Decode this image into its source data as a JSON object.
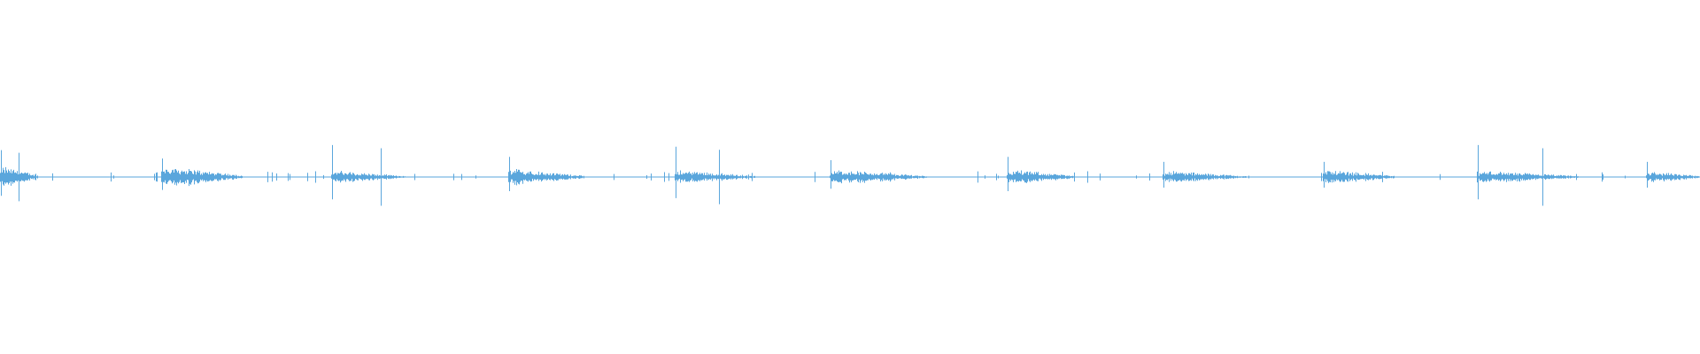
{
  "waveform": {
    "color": "#5aa6dc",
    "background": "#ffffff",
    "amplitude_scale": 1.0,
    "bursts": [
      {
        "start": 0.0,
        "end": 0.022,
        "amp": 0.36,
        "peak": 0.8
      },
      {
        "start": 0.095,
        "end": 0.142,
        "amp": 0.36,
        "peak": 0.55
      },
      {
        "start": 0.195,
        "end": 0.238,
        "amp": 0.2,
        "peak": 0.95
      },
      {
        "start": 0.299,
        "end": 0.343,
        "amp": 0.28,
        "peak": 0.6
      },
      {
        "start": 0.397,
        "end": 0.444,
        "amp": 0.22,
        "peak": 0.9
      },
      {
        "start": 0.488,
        "end": 0.545,
        "amp": 0.24,
        "peak": 0.5
      },
      {
        "start": 0.592,
        "end": 0.632,
        "amp": 0.25,
        "peak": 0.6
      },
      {
        "start": 0.684,
        "end": 0.733,
        "amp": 0.2,
        "peak": 0.45
      },
      {
        "start": 0.778,
        "end": 0.82,
        "amp": 0.24,
        "peak": 0.45
      },
      {
        "start": 0.869,
        "end": 0.928,
        "amp": 0.2,
        "peak": 0.95
      },
      {
        "start": 0.968,
        "end": 1.0,
        "amp": 0.18,
        "peak": 0.45
      }
    ]
  }
}
